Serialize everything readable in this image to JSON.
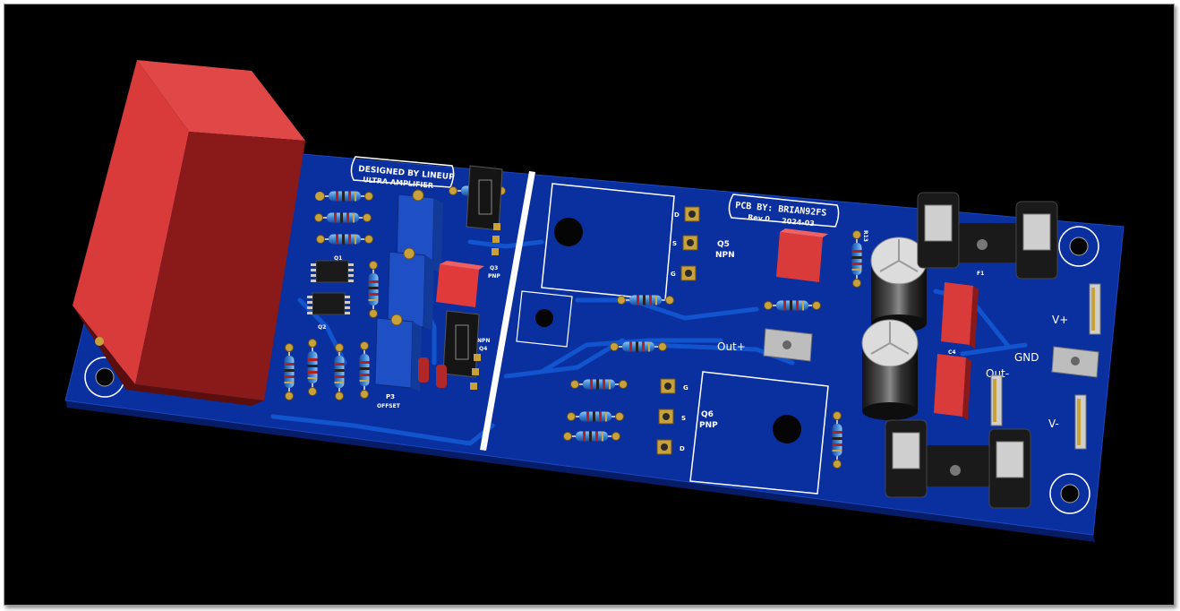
{
  "colors": {
    "board": "#0a2f9e",
    "board_edge": "#061c66",
    "trace": "#1259d4",
    "silkscreen": "#ffffff",
    "relay": "#d93a3a",
    "pad": "#c9a13a",
    "background": "#000000"
  },
  "silkscreen": {
    "designed_by": "DESIGNED BY LINEUP",
    "product": "ULTRA AMPLIFIER",
    "pcb_by": "PCB BY: BRIAN92FS",
    "revision": "Rev.0",
    "date": "2024-03",
    "q1": "Q1",
    "q2": "Q2",
    "q3": "Q3",
    "q3_type": "PNP",
    "q4": "Q4",
    "q4_type": "NPN",
    "p3": "P3",
    "p3_name": "OFFSET",
    "q5": "Q5",
    "q5_type": "NPN",
    "q6": "Q6",
    "q6_type": "PNP",
    "pin_d": "D",
    "pin_s": "S",
    "pin_g": "G",
    "r13": "R13",
    "f1": "F1",
    "c4": "C4",
    "out_plus": "Out+",
    "out_minus": "Out-",
    "v_plus": "V+",
    "gnd": "GND",
    "v_minus": "V-"
  }
}
